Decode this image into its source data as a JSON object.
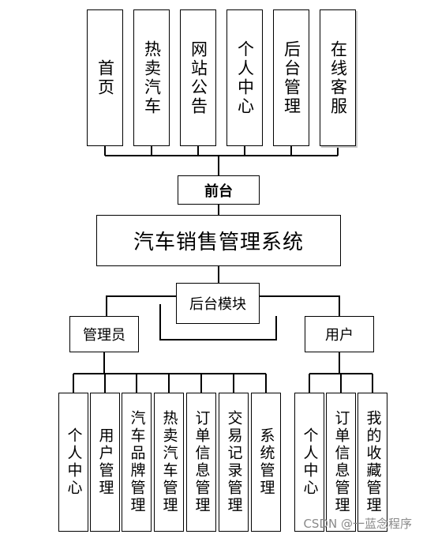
{
  "front_modules": [
    "首页",
    "热卖汽车",
    "网站公告",
    "个人中心",
    "后台管理",
    "在线客服"
  ],
  "front_label": "前台",
  "system_title": "汽车销售管理系统",
  "backend_label": "后台模块",
  "admin": {
    "label": "管理员",
    "modules": [
      "个人中心",
      "用户管理",
      "汽车品牌管理",
      "热卖汽车管理",
      "订单信息管理",
      "交易记录管理",
      "系统管理"
    ]
  },
  "user": {
    "label": "用户",
    "modules": [
      "个人中心",
      "订单信息管理",
      "我的收藏管理"
    ]
  },
  "watermark": "CSDN @一蓝念程序"
}
